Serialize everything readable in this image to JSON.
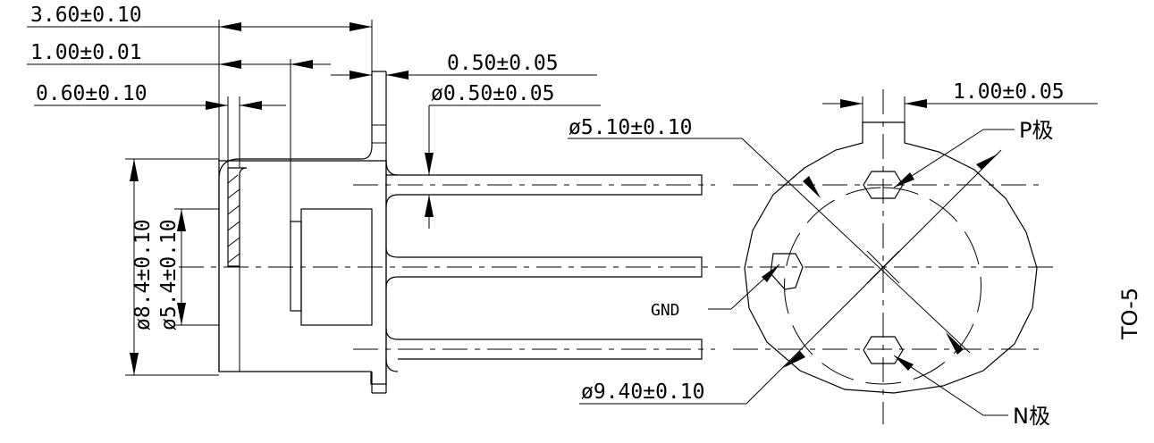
{
  "dimensions": {
    "overall_length": "3.60±0.10",
    "flange_thickness": "1.00±0.01",
    "cap_thickness": "0.60±0.10",
    "lead_spacing": "0.50±0.05",
    "lead_diameter": "ø0.50±0.05",
    "pin_circle_diameter": "ø5.10±0.10",
    "outer_diameter": "ø8.4±0.10",
    "window_diameter": "ø5.4±0.10",
    "tab_width": "1.00±0.05",
    "flange_diameter": "ø9.40±0.10"
  },
  "pins": {
    "p_label": "P极",
    "n_label": "N极",
    "gnd_label": "GND"
  },
  "package": "TO-5"
}
